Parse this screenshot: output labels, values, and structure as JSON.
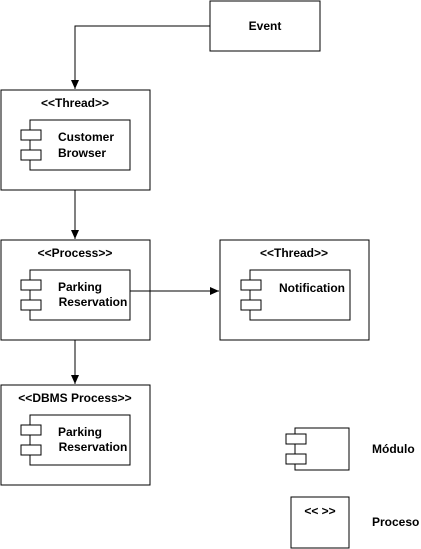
{
  "colors": {
    "stroke": "#000000",
    "fill": "#ffffff",
    "text": "#000000"
  },
  "event": {
    "label": "Event"
  },
  "thread_customer": {
    "stereotype": "<<Thread>>",
    "component": {
      "line1": "Customer",
      "line2": "Browser"
    }
  },
  "process_parking": {
    "stereotype": "<<Process>>",
    "component": {
      "line1": "Parking",
      "line2": "Reservation"
    }
  },
  "thread_notification": {
    "stereotype": "<<Thread>>",
    "component": {
      "line1": "Notification"
    }
  },
  "dbms_process": {
    "stereotype": "<<DBMS Process>>",
    "component": {
      "line1": "Parking",
      "line2": "Reservation"
    }
  },
  "legend": {
    "module_label": "Módulo",
    "process_symbol": "<< >>",
    "process_label": "Proceso"
  }
}
